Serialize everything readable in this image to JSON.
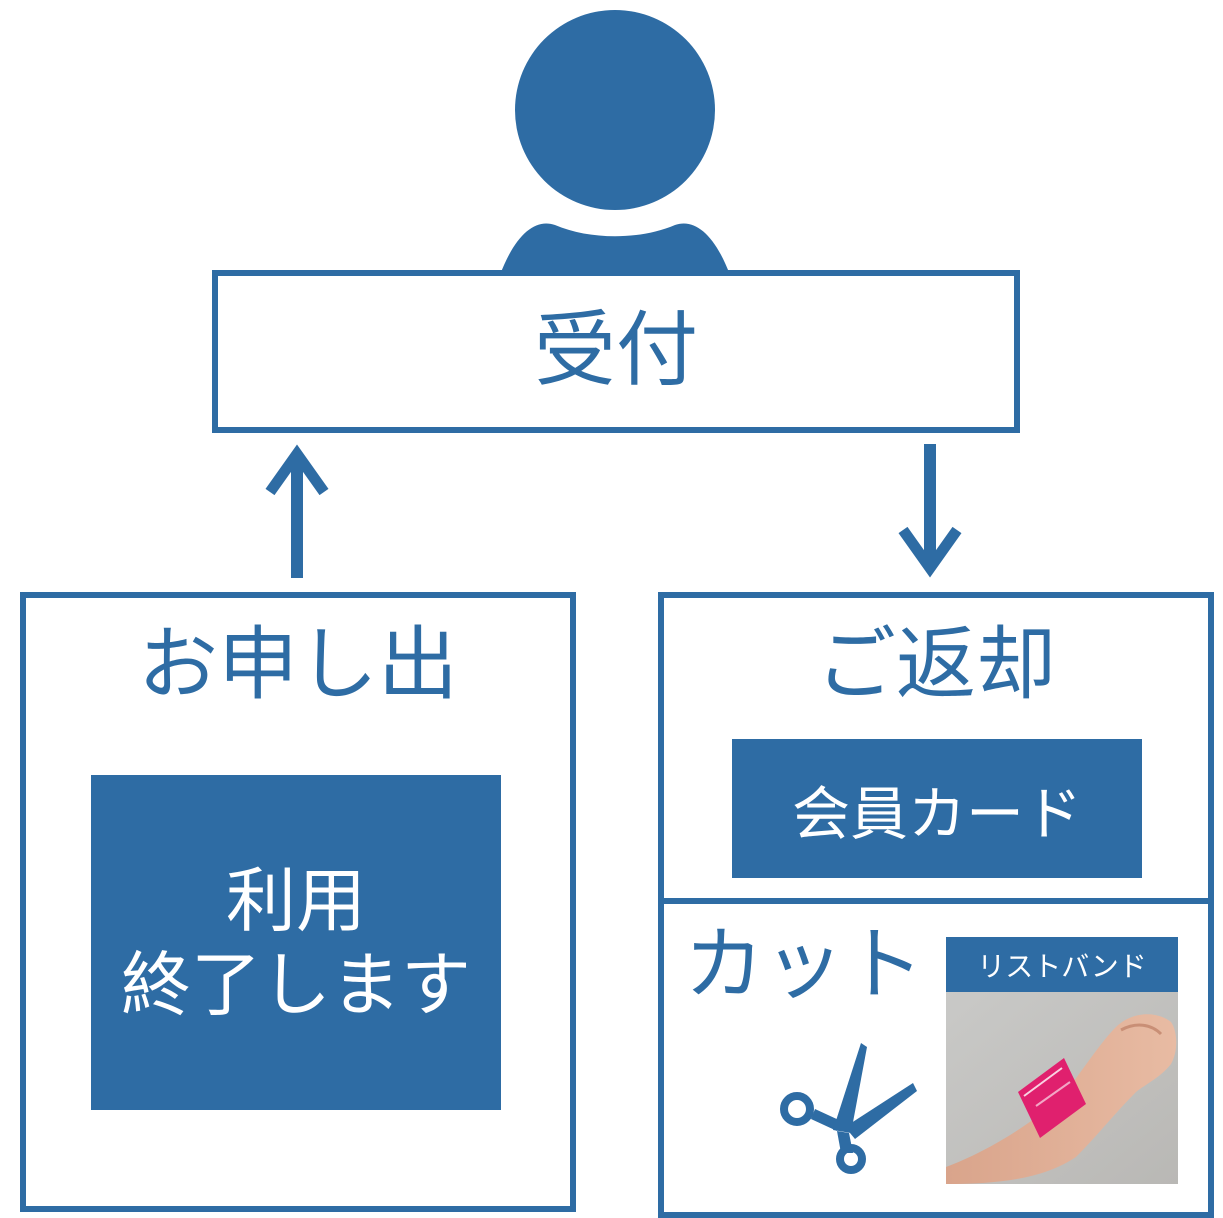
{
  "reception": {
    "label": "受付"
  },
  "request": {
    "heading": "お申し出",
    "notice_line1": "利用",
    "notice_line2": "終了します"
  },
  "return": {
    "heading": "ご返却",
    "member_card": "会員カード"
  },
  "cut": {
    "heading": "カット",
    "wristband_label": "リストバンド"
  },
  "colors": {
    "primary": "#2e6ca4",
    "background": "#ffffff",
    "wristband": "#e0206e"
  }
}
